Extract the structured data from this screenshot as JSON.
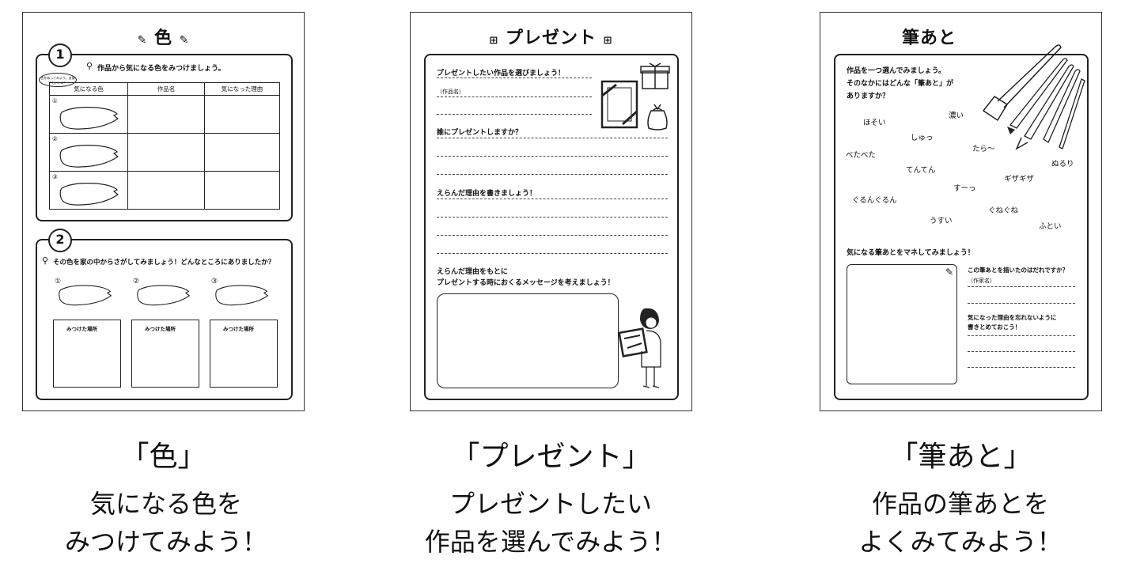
{
  "sheet1": {
    "title": "色",
    "section1_num": "1",
    "section1_prompt": "作品から気になる色をみつけましょう。",
    "bubble_note": "色をぬってみよう。言葉でもいいよ！",
    "table_headers": [
      "気になる色",
      "作品名",
      "気になった理由"
    ],
    "row_nums": [
      "①",
      "②",
      "③"
    ],
    "section2_num": "2",
    "section2_prompt": "その色を家の中からさがしてみましょう！どんなところにありましたか？",
    "found_nums": [
      "①",
      "②",
      "③"
    ],
    "found_label": "みつけた場所"
  },
  "sheet2": {
    "title": "プレゼント",
    "q1": "プレゼントしたい作品を選びましょう！",
    "work_label": "（作品名）",
    "q2": "誰にプレゼントしますか？",
    "q3": "えらんだ理由を書きましょう！",
    "q4_line1": "えらんだ理由をもとに",
    "q4_line2": "プレゼントする時におくるメッセージを考えましょう！"
  },
  "sheet3": {
    "title": "筆あと",
    "intro_line1": "作品を一つ選んでみましょう。",
    "intro_line2": "そのなかにはどんな「筆あと」が",
    "intro_line3": "ありますか？",
    "words": [
      "濃い",
      "ほそい",
      "しゅっ",
      "たら～",
      "べたべた",
      "てんてん",
      "ぬるり",
      "ギザギザ",
      "すーっ",
      "ぐるんぐるん",
      "ぐねぐね",
      "うすい",
      "ふとい"
    ],
    "mimic_prompt": "気になる筆あとをマネしてみましょう！",
    "who_q": "この筆あとを描いたのはだれですか？",
    "artist_label": "（作家名）",
    "reason_q1": "気になった理由を忘れないように",
    "reason_q2": "書きとめておこう！"
  },
  "captions": [
    {
      "title": "「色」",
      "line1": "気になる色を",
      "line2": "みつけてみよう！"
    },
    {
      "title": "「プレゼント」",
      "line1": "プレゼントしたい",
      "line2": "作品を選んでみよう！"
    },
    {
      "title": "「筆あと」",
      "line1": "作品の筆あとを",
      "line2": "よくみてみよう！"
    }
  ]
}
